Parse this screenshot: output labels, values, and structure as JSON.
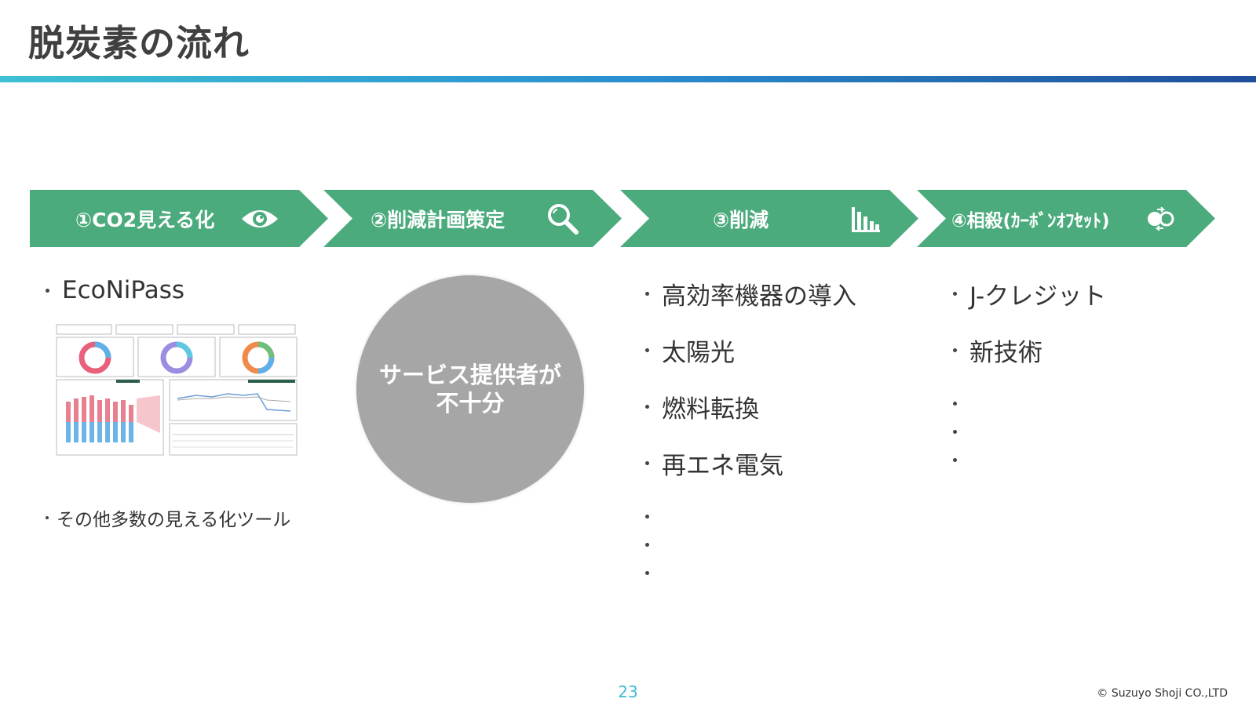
{
  "slide": {
    "title": "脱炭素の流れ",
    "page_number": "23",
    "copyright": "© Suzuyo Shoji CO.,LTD"
  },
  "steps": [
    {
      "label": "①CO2見える化",
      "icon": "eye-icon"
    },
    {
      "label": "②削減計画策定",
      "icon": "magnifier-icon"
    },
    {
      "label": "③削減",
      "icon": "bar-chart-icon"
    },
    {
      "label": "④相殺(ｶｰﾎﾞﾝｵﾌｾｯﾄ)",
      "icon": "offset-cycle-icon"
    }
  ],
  "visualization": {
    "main_item": "EcoNiPass",
    "sub_item": "その他多数の見える化ツール"
  },
  "planning": {
    "circle_text": "サービス提供者が不十分"
  },
  "reduction": {
    "items": [
      "高効率機器の導入",
      "太陽光",
      "燃料転換",
      "再エネ電気"
    ]
  },
  "offset": {
    "items": [
      "J-クレジット",
      "新技術"
    ]
  },
  "colors": {
    "chevron": "#4bab7d",
    "circle": "#a6a6a6",
    "rule_start": "#3dc1d3",
    "rule_end": "#1f4e9a",
    "page_number": "#3dbbd0"
  }
}
